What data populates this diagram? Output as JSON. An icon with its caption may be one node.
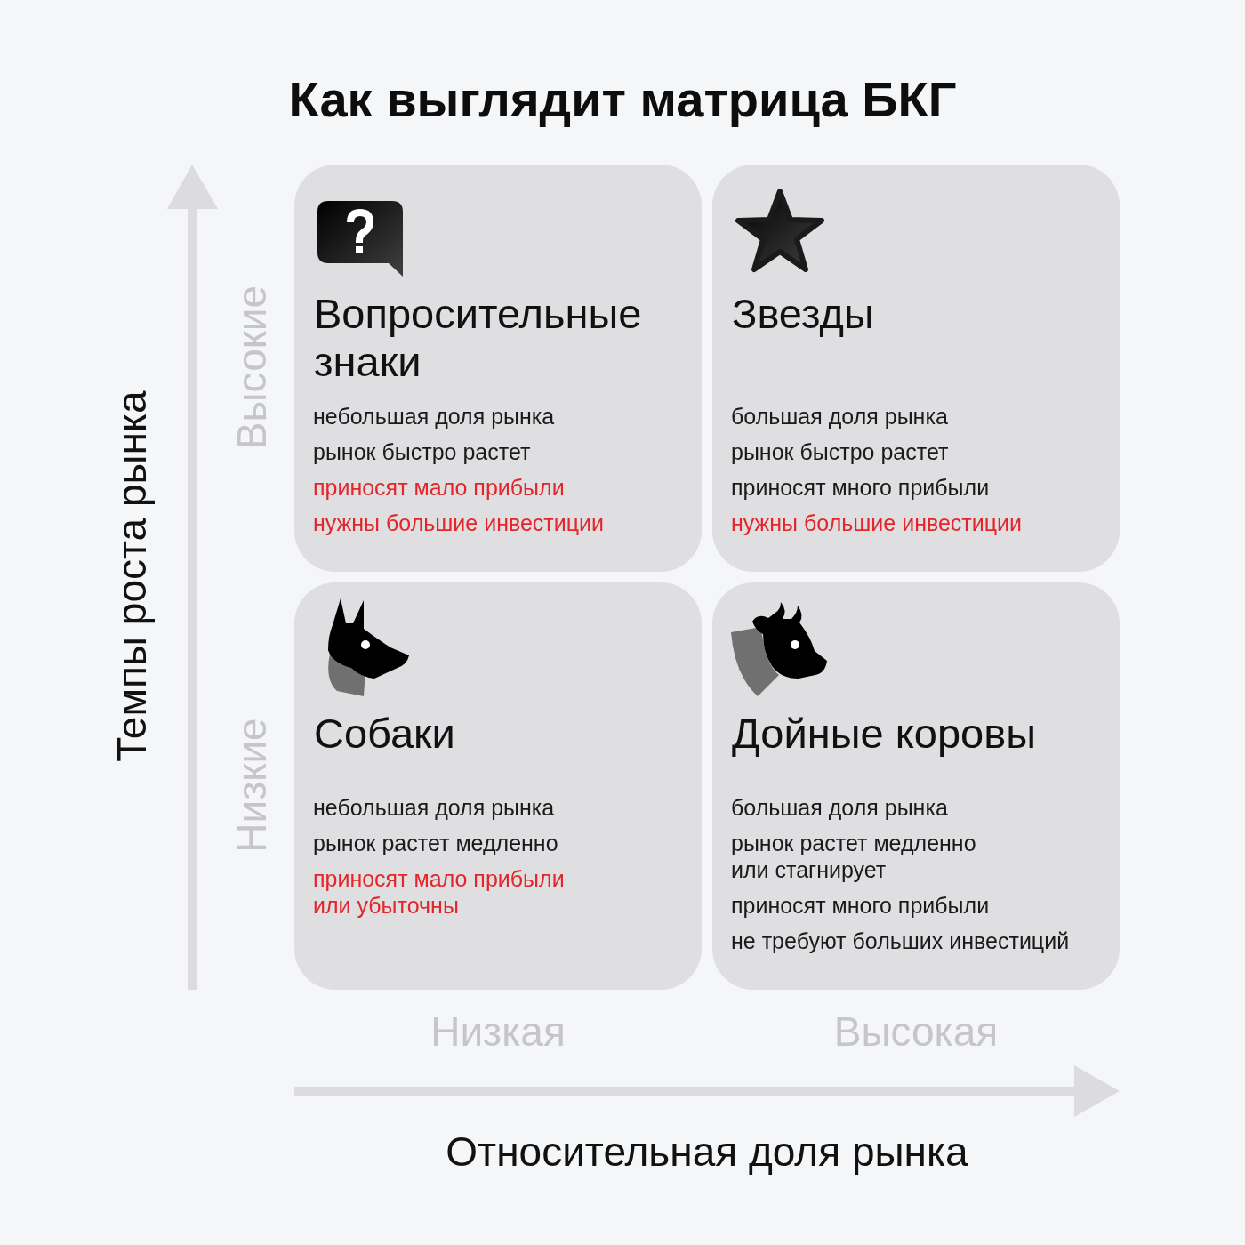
{
  "diagram": {
    "title": "Как выглядит матрица БКГ",
    "nodes": [
      {
        "text": [
          "Вопросительные знаки",
          "небольшая доля рынка",
          "рынок быстро растет",
          "приносят мало прибыли",
          "нужны большие инвестиции"
        ]
      },
      {
        "text": [
          "Звезды",
          "большая доля рынка",
          "рынок быстро растет",
          "приносят много прибыли",
          "нужны большие инвестиции"
        ]
      },
      {
        "text": [
          "Собаки",
          "небольшая доля рынка",
          "рынок растет медленно",
          "приносят мало прибыли или убыточны"
        ]
      },
      {
        "text": [
          "Дойные коровы",
          "большая доля рынка",
          "рынок растет медленно или стагнирует",
          "приносят много прибыли",
          "не требуют больших инвестиций"
        ]
      }
    ],
    "edges": [],
    "labels": [
      "Темпы роста рынка",
      "Высокие",
      "Низкие",
      "Низкая",
      "Высокая",
      "Относительная доля рынка"
    ]
  }
}
